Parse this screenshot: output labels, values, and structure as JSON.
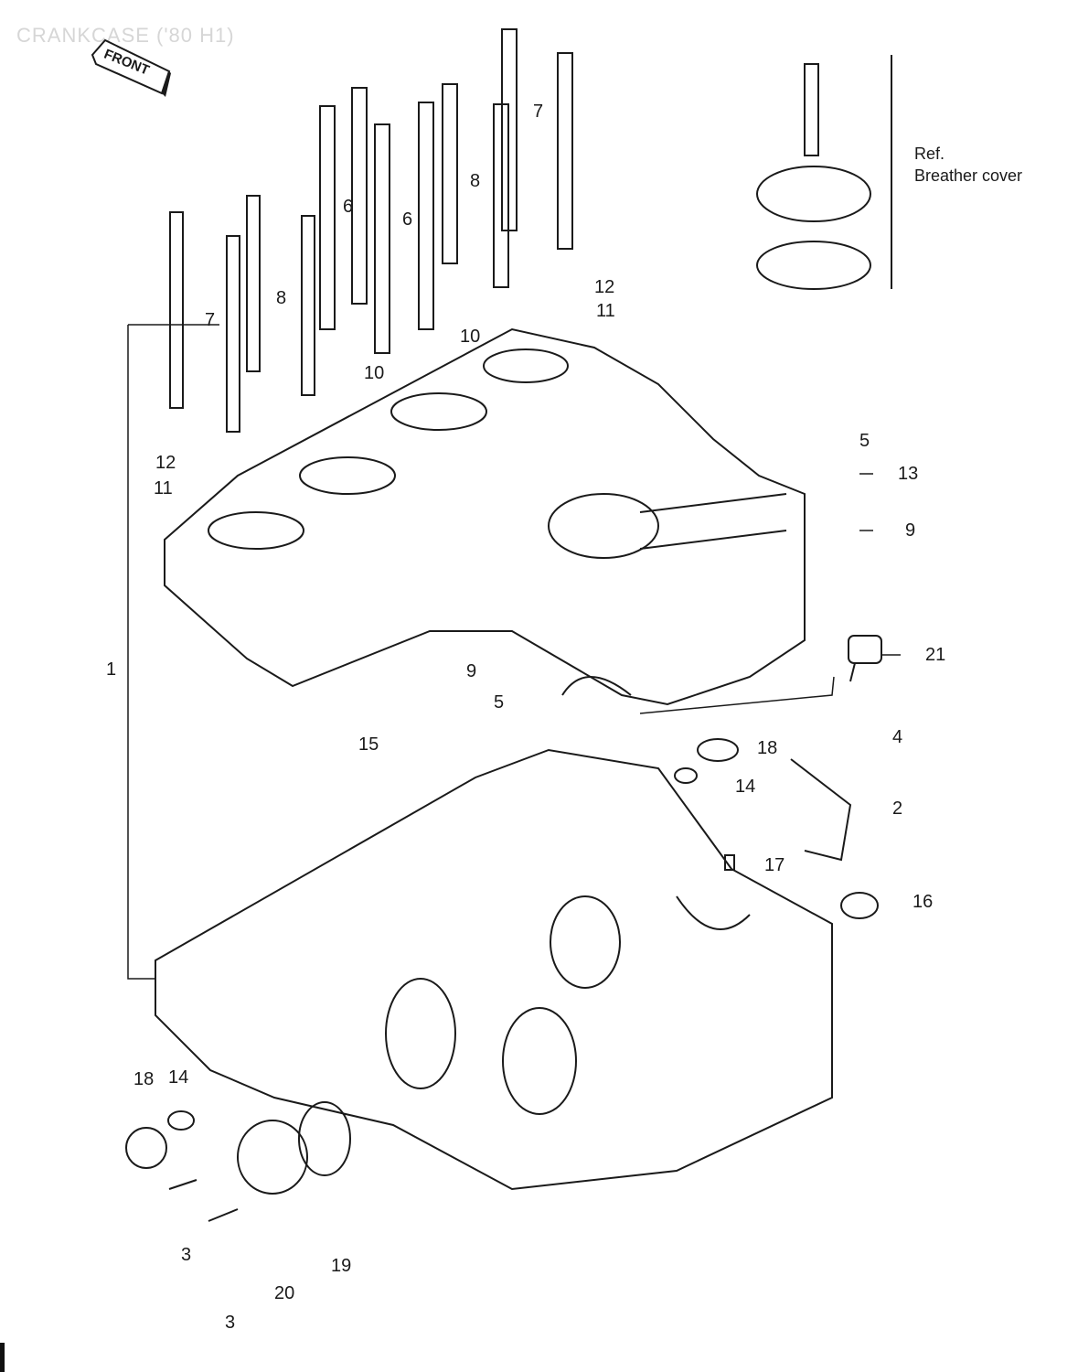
{
  "header": {
    "title": "CRANKCASE ('80 H1)",
    "front_tag": "FRONT"
  },
  "reference": {
    "line1": "Ref.",
    "line2": "Breather cover"
  },
  "labels": [
    {
      "id": "7a",
      "text": "7"
    },
    {
      "id": "8a",
      "text": "8"
    },
    {
      "id": "6a",
      "text": "6"
    },
    {
      "id": "6b",
      "text": "6"
    },
    {
      "id": "7b",
      "text": "7"
    },
    {
      "id": "8b",
      "text": "8"
    },
    {
      "id": "12a",
      "text": "12"
    },
    {
      "id": "11a",
      "text": "11"
    },
    {
      "id": "10a",
      "text": "10"
    },
    {
      "id": "10b",
      "text": "10"
    },
    {
      "id": "12b",
      "text": "12"
    },
    {
      "id": "11b",
      "text": "11"
    },
    {
      "id": "5a",
      "text": "5"
    },
    {
      "id": "13",
      "text": "13"
    },
    {
      "id": "9a",
      "text": "9"
    },
    {
      "id": "1",
      "text": "1"
    },
    {
      "id": "21",
      "text": "21"
    },
    {
      "id": "9b",
      "text": "9"
    },
    {
      "id": "5b",
      "text": "5"
    },
    {
      "id": "15",
      "text": "15"
    },
    {
      "id": "18a",
      "text": "18"
    },
    {
      "id": "4",
      "text": "4"
    },
    {
      "id": "14a",
      "text": "14"
    },
    {
      "id": "2",
      "text": "2"
    },
    {
      "id": "17",
      "text": "17"
    },
    {
      "id": "16",
      "text": "16"
    },
    {
      "id": "18b",
      "text": "18"
    },
    {
      "id": "14b",
      "text": "14"
    },
    {
      "id": "3a",
      "text": "3"
    },
    {
      "id": "19",
      "text": "19"
    },
    {
      "id": "20",
      "text": "20"
    },
    {
      "id": "3b",
      "text": "3"
    }
  ]
}
